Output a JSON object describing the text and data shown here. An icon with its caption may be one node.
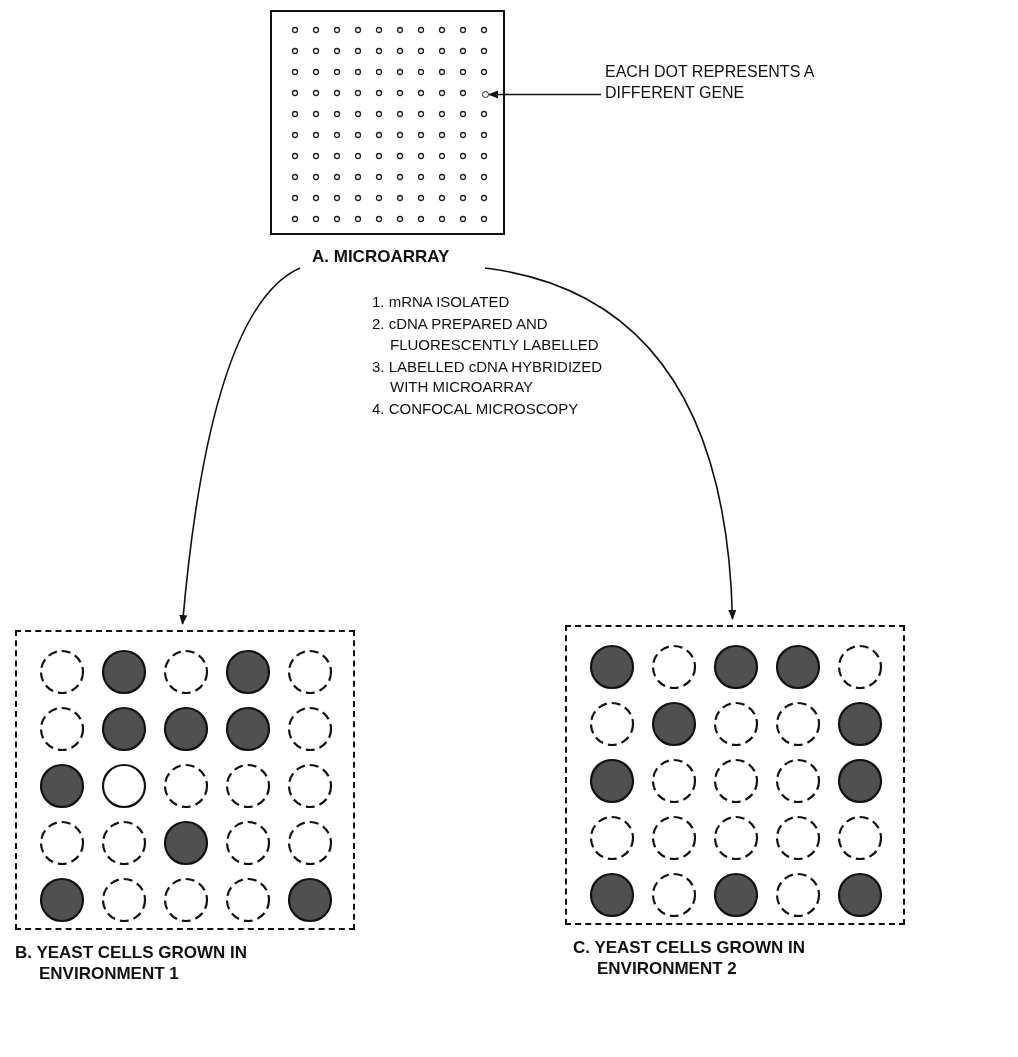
{
  "diagram": {
    "nodes": [
      {
        "text": [
          "A. MICROARRAY"
        ]
      },
      {
        "text": [],
        "shape": "circle",
        "in": 0
      },
      {
        "text": [
          "EACH DOT REPRESENTS A DIFFERENT GENE"
        ]
      },
      {
        "text": [
          "B. YEAST CELLS GROWN IN ENVIRONMENT 1"
        ]
      },
      {
        "text": [
          "C. YEAST CELLS GROWN IN ENVIRONMENT 2"
        ]
      }
    ],
    "edges": [
      {
        "from": 2,
        "to": 1,
        "arrow": "to"
      },
      {
        "from": 0,
        "to": 3,
        "arrow": "to"
      },
      {
        "from": 0,
        "to": 4,
        "arrow": "to"
      }
    ],
    "labels": [
      "1. mRNA ISOLATED",
      "2. cDNA PREPARED AND FLUORESCENTLY LABELLED",
      "3. LABELLED cDNA HYBRIDIZED WITH MICROARRAY",
      "4. CONFOCAL MICROSCOPY"
    ]
  }
}
